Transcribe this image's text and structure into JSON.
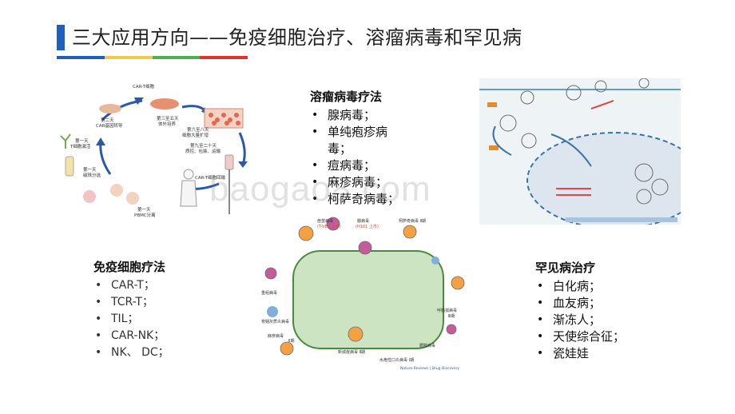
{
  "title": "三大应用方向——免疫细胞治疗、溶瘤病毒和罕见病",
  "title_rule_colors": [
    "#1f5fbf",
    "#f2c94c",
    "#4caf50",
    "#e0312b"
  ],
  "oncolytic": {
    "heading": "溶瘤病毒疗法",
    "items": [
      "腺病毒；",
      "单纯疱疹病\n毒；",
      "痘病毒；",
      "麻疹病毒；",
      "柯萨奇病毒；"
    ]
  },
  "immune": {
    "heading": "免疫细胞疗法",
    "items": [
      "CAR-T；",
      "TCR-T；",
      "TIL；",
      "CAR-NK；",
      "NK、 DC；"
    ]
  },
  "rare": {
    "heading": "罕见病治疗",
    "items": [
      "白化病；",
      "血友病；",
      "渐冻人；",
      "天使综合征；",
      "瓷娃娃"
    ]
  },
  "car_t_figure": {
    "labels": [
      "CAR-T细胞",
      "第二天",
      "CAR基因转导",
      "第三至五天",
      "体外培养",
      "第六至八天",
      "细胞大量扩增",
      "第九至二十天",
      "质控、包装、运输",
      "CAR-T细胞回输",
      "第一天",
      "T细胞激活",
      "第一天",
      "磁珠分选",
      "第一天",
      "PBMC分离"
    ]
  },
  "virus_figure": {
    "labels": [
      "痘苗病毒",
      "(T-VEC 上市)",
      "腺病毒",
      "(H101 上市)",
      "柯萨奇病毒 Ⅱ期",
      "麻疹病毒",
      "Ⅱ期",
      "重组病毒",
      "新城疫病毒 Ⅱ期",
      "呼肠孤病毒",
      "Ⅲ期",
      "脊髓灰质炎病毒",
      "水疱性口炎病毒 Ⅰ期",
      "腮腺病毒",
      "Nature Reviews | Drug Discovery"
    ]
  },
  "watermark": "baogao8.com"
}
